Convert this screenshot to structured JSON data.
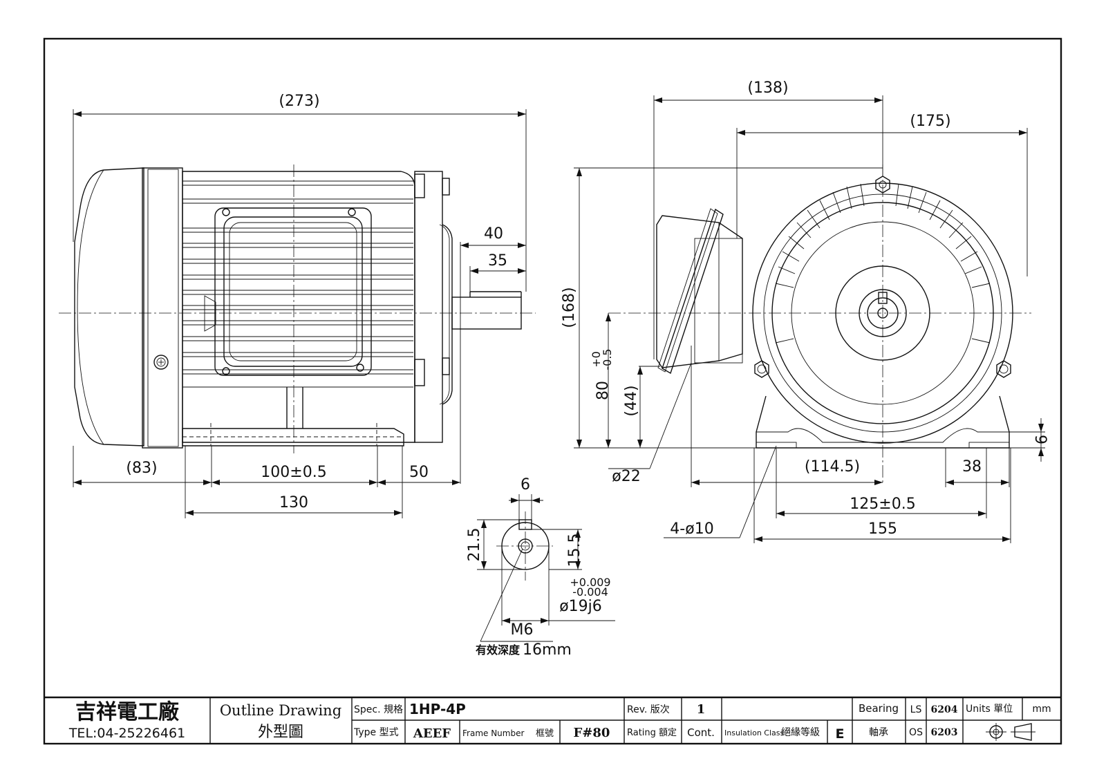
{
  "dimensions": {
    "overall_length": "(273)",
    "fan_cover": "(83)",
    "foot_pitch": "100±0.5",
    "shaft_to_foot": "50",
    "foot_length": "130",
    "shaft_length": "40",
    "key_length": "35",
    "terminal_box_offset": "(138)",
    "motor_width": "(175)",
    "overall_height": "(168)",
    "shaft_height": "80",
    "shaft_height_tol_upper": "+0",
    "shaft_height_tol_lower": "-0.5",
    "conduit_height": "(44)",
    "conduit_dia": "ø22",
    "conduit_offset": "(114.5)",
    "foot_thickness": "9",
    "foot_width": "38",
    "foot_hole_pitch": "125±0.5",
    "foot_overall": "155",
    "foot_holes": "4-ø10",
    "key_width": "6",
    "key_height": "21.5",
    "shaft_to_key": "15.5",
    "shaft_tol_upper": "+0.009",
    "shaft_tol_lower": "-0.004",
    "shaft_dia": "ø19j6",
    "tapped_hole": "M6",
    "thread_depth_label": "有效深度",
    "thread_depth_value": "16mm"
  },
  "title_block": {
    "company": "吉祥電工廠",
    "tel": "TEL:04-25226461",
    "drawing_en": "Outline Drawing",
    "drawing_zh": "外型圖",
    "spec_label": "Spec. 規格",
    "spec_value": "1HP-4P",
    "type_label": "Type 型式",
    "type_value": "AEEF",
    "frame_label": "Frame Number",
    "frame_label_zh": "框號",
    "frame_value": "F#80",
    "rev_label": "Rev. 版次",
    "rev_value": "1",
    "rating_label": "Rating 額定",
    "rating_value": "Cont.",
    "insulation_label": "Insulation Class",
    "insulation_label_zh": "絕緣等級",
    "insulation_value": "E",
    "bearing_label": "Bearing",
    "bearing_label_zh": "軸承",
    "ls_label": "LS",
    "ls_value": "6204",
    "os_label": "OS",
    "os_value": "6203",
    "units_label": "Units 單位",
    "units_value": "mm"
  },
  "icons": {
    "projection_symbol": "third-angle-projection-icon"
  }
}
